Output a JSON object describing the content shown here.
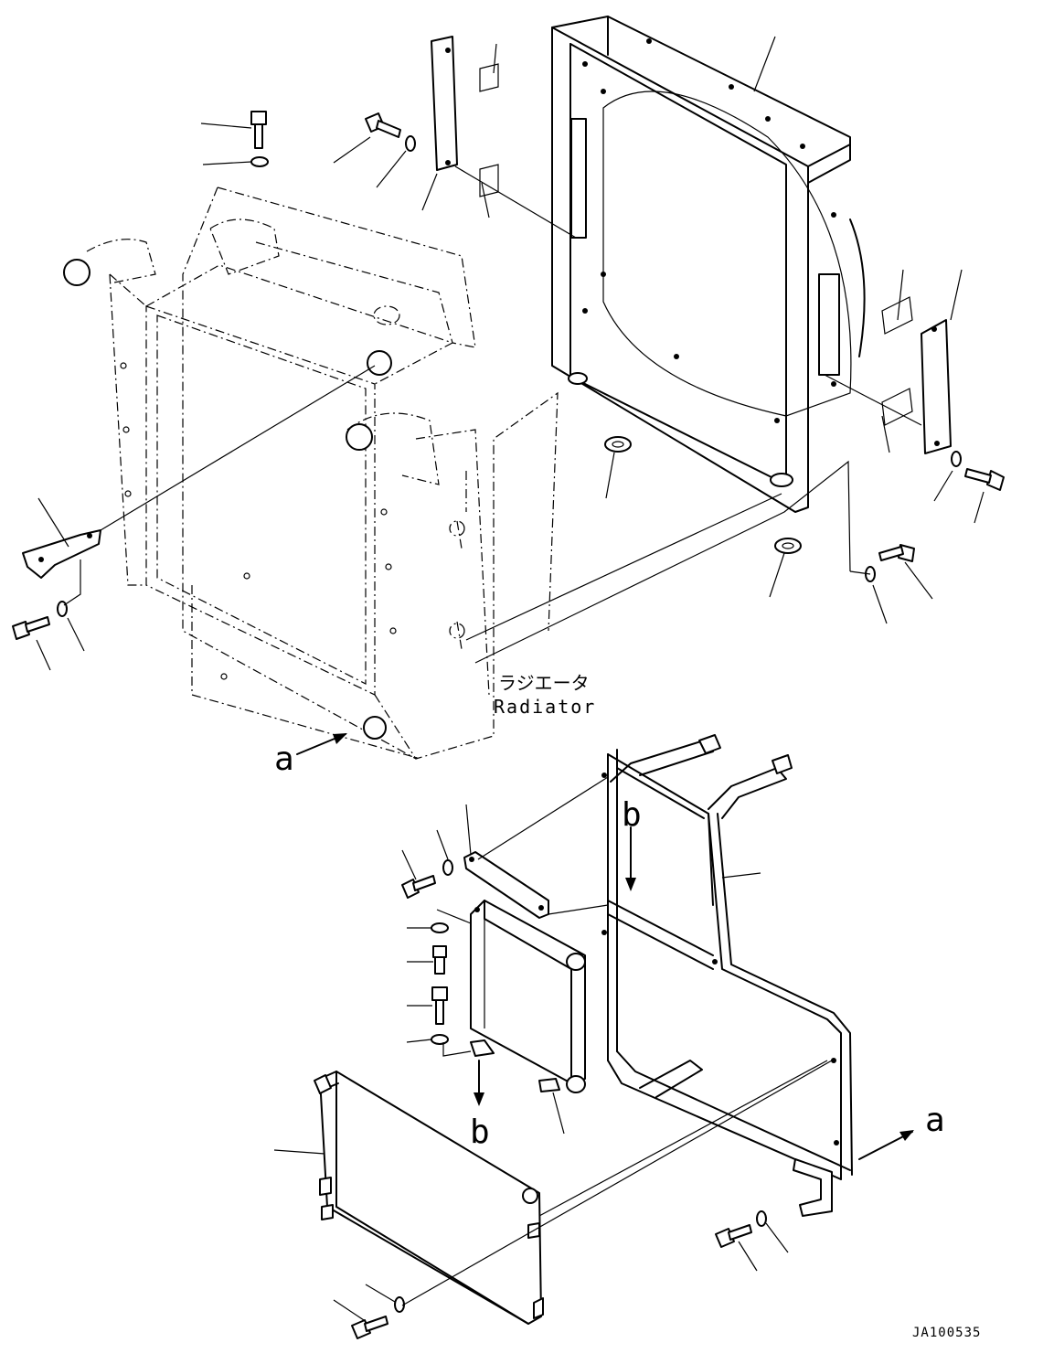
{
  "labels": {
    "radiator_jp": "ラジエータ",
    "radiator_en": "Radiator",
    "view_a_left": "a",
    "view_a_right": "a",
    "view_b_top": "b",
    "view_b_bottom": "b",
    "drawing_no": "JA100535"
  }
}
